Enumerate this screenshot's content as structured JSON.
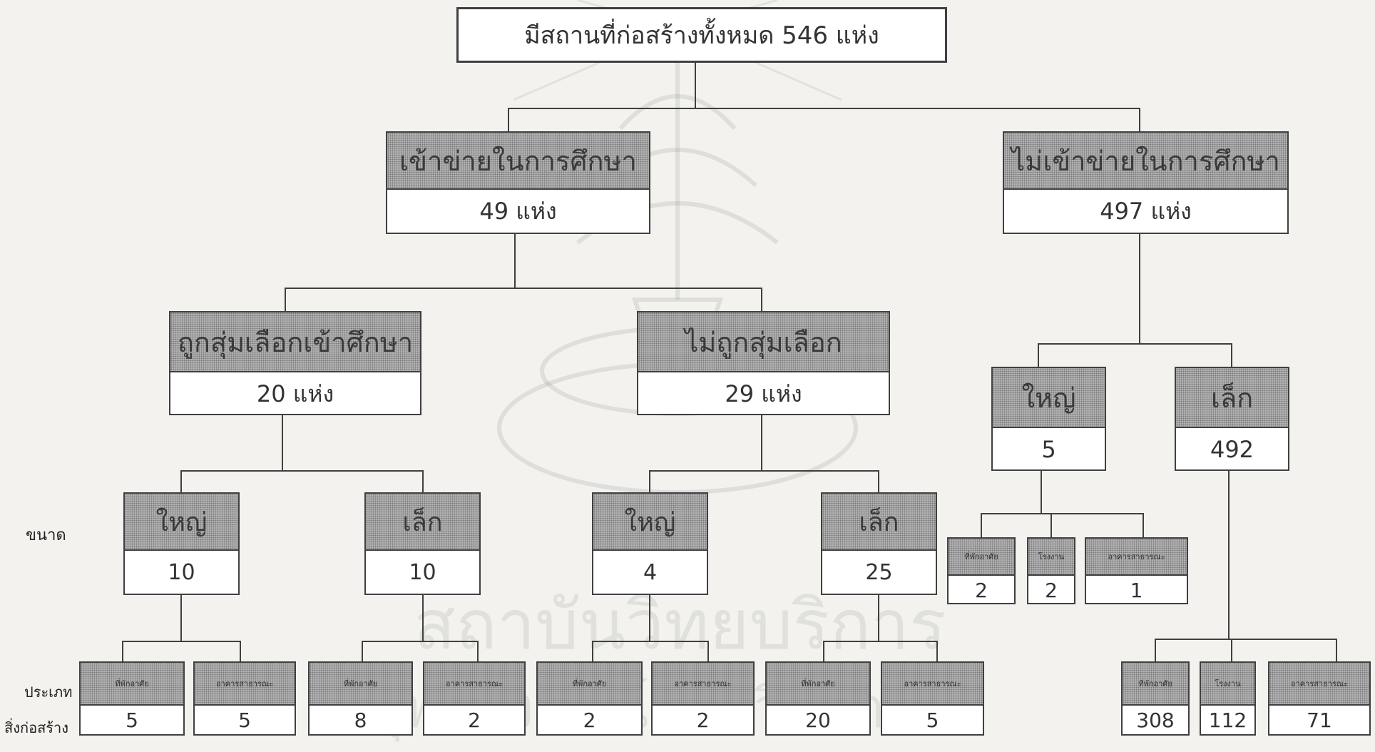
{
  "root": {
    "label": "มีสถานที่ก่อสร้างทั้งหมด 546 แห่ง"
  },
  "level2": [
    {
      "label": "เข้าข่ายในการศึกษา",
      "value": "49 แห่ง"
    },
    {
      "label": "ไม่เข้าข่ายในการศึกษา",
      "value": "497 แห่ง"
    }
  ],
  "level3": [
    {
      "label": "ถูกสุ่มเลือกเข้าศึกษา",
      "value": "20 แห่ง"
    },
    {
      "label": "ไม่ถูกสุ่มเลือก",
      "value": "29 แห่ง"
    },
    {
      "label": "ใหญ่",
      "value": "5"
    },
    {
      "label": "เล็ก",
      "value": "492"
    }
  ],
  "level4": [
    {
      "label": "ใหญ่",
      "value": "10"
    },
    {
      "label": "เล็ก",
      "value": "10"
    },
    {
      "label": "ใหญ่",
      "value": "4"
    },
    {
      "label": "เล็ก",
      "value": "25"
    }
  ],
  "right_large_sub": [
    {
      "label": "ที่พักอาศัย",
      "value": "2"
    },
    {
      "label": "โรงงาน",
      "value": "2"
    },
    {
      "label": "อาคารสาธารณะ",
      "value": "1"
    }
  ],
  "level5": [
    {
      "label": "ที่พักอาศัย",
      "value": "5"
    },
    {
      "label": "อาคารสาธารณะ",
      "value": "5"
    },
    {
      "label": "ที่พักอาศัย",
      "value": "8"
    },
    {
      "label": "อาคารสาธารณะ",
      "value": "2"
    },
    {
      "label": "ที่พักอาศัย",
      "value": "2"
    },
    {
      "label": "อาคารสาธารณะ",
      "value": "2"
    },
    {
      "label": "ที่พักอาศัย",
      "value": "20"
    },
    {
      "label": "อาคารสาธารณะ",
      "value": "5"
    },
    {
      "label": "ที่พักอาศัย",
      "value": "308"
    },
    {
      "label": "โรงงาน",
      "value": "112"
    },
    {
      "label": "อาคารสาธารณะ",
      "value": "71"
    }
  ],
  "side_labels": {
    "size": "ขนาด",
    "type_line1": "ประเภท",
    "type_line2": "สิ่งก่อสร้าง"
  },
  "watermark": {
    "line1": "สถาบันวิทยบริการ",
    "line2": "จุฬาลงกรณ์มหาวิทยาลัย"
  }
}
